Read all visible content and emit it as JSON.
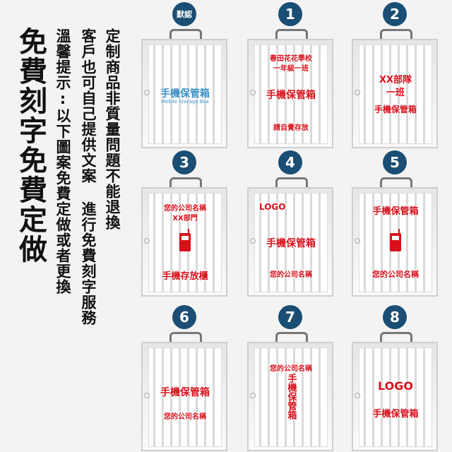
{
  "left_text": {
    "headline": "免費刻字免費定做",
    "line1": "溫馨提示:以下圖案免費定做或者更換",
    "line2": "客戶也可自己提供文案 進行免費刻字服務",
    "line3": "定制商品非質量問題不能退換"
  },
  "boxes": [
    {
      "badge": "默認",
      "lines": [
        "手機保管箱",
        "Mobile Storage Box"
      ]
    },
    {
      "badge": "1",
      "lines": [
        "春田花花學校",
        "一年級一班",
        "手機保管箱",
        "請自覺存放"
      ]
    },
    {
      "badge": "2",
      "lines": [
        "XX部隊",
        "一班",
        "手機保管箱"
      ]
    },
    {
      "badge": "3",
      "lines": [
        "您的公司名稱",
        "XX部門",
        "手機存放櫃"
      ]
    },
    {
      "badge": "4",
      "lines": [
        "LOGO",
        "手機保管箱",
        "您的公司名稱"
      ]
    },
    {
      "badge": "5",
      "lines": [
        "手機保管箱",
        "您的公司名稱"
      ]
    },
    {
      "badge": "6",
      "lines": [
        "手機保管箱",
        "您的公司名稱"
      ]
    },
    {
      "badge": "7",
      "lines": [
        "您的公司名稱",
        "手機保管箱"
      ]
    },
    {
      "badge": "8",
      "lines": [
        "LOGO",
        "手機保管箱"
      ]
    }
  ],
  "colors": {
    "badge": "#1a4e74",
    "text_red": "#d8101a",
    "text_blue": "#3a8fc4"
  }
}
